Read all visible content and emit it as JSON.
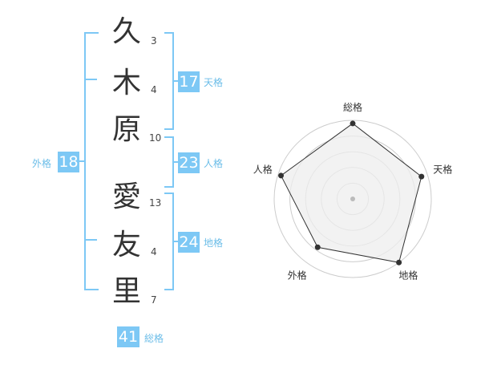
{
  "name": {
    "characters": [
      {
        "char": "久",
        "strokes": "3"
      },
      {
        "char": "木",
        "strokes": "4"
      },
      {
        "char": "原",
        "strokes": "10"
      },
      {
        "char": "愛",
        "strokes": "13"
      },
      {
        "char": "友",
        "strokes": "4"
      },
      {
        "char": "里",
        "strokes": "7"
      }
    ]
  },
  "kaku": {
    "tenkaku": {
      "value": "17",
      "label": "天格"
    },
    "jinkaku": {
      "value": "23",
      "label": "人格"
    },
    "chikaku": {
      "value": "24",
      "label": "地格"
    },
    "gaikaku": {
      "value": "18",
      "label": "外格"
    },
    "soukaku": {
      "value": "41",
      "label": "総格"
    }
  },
  "chart_data": {
    "type": "radar",
    "axes": [
      "総格",
      "天格",
      "地格",
      "外格",
      "人格"
    ],
    "levels": 5,
    "values": [
      4.8,
      4.6,
      5.0,
      3.8,
      4.8
    ],
    "max": 5,
    "colors": {
      "fill": "#eeeeee",
      "line": "#333333",
      "grid": "#cccccc",
      "center": "#bbbbbb"
    }
  }
}
